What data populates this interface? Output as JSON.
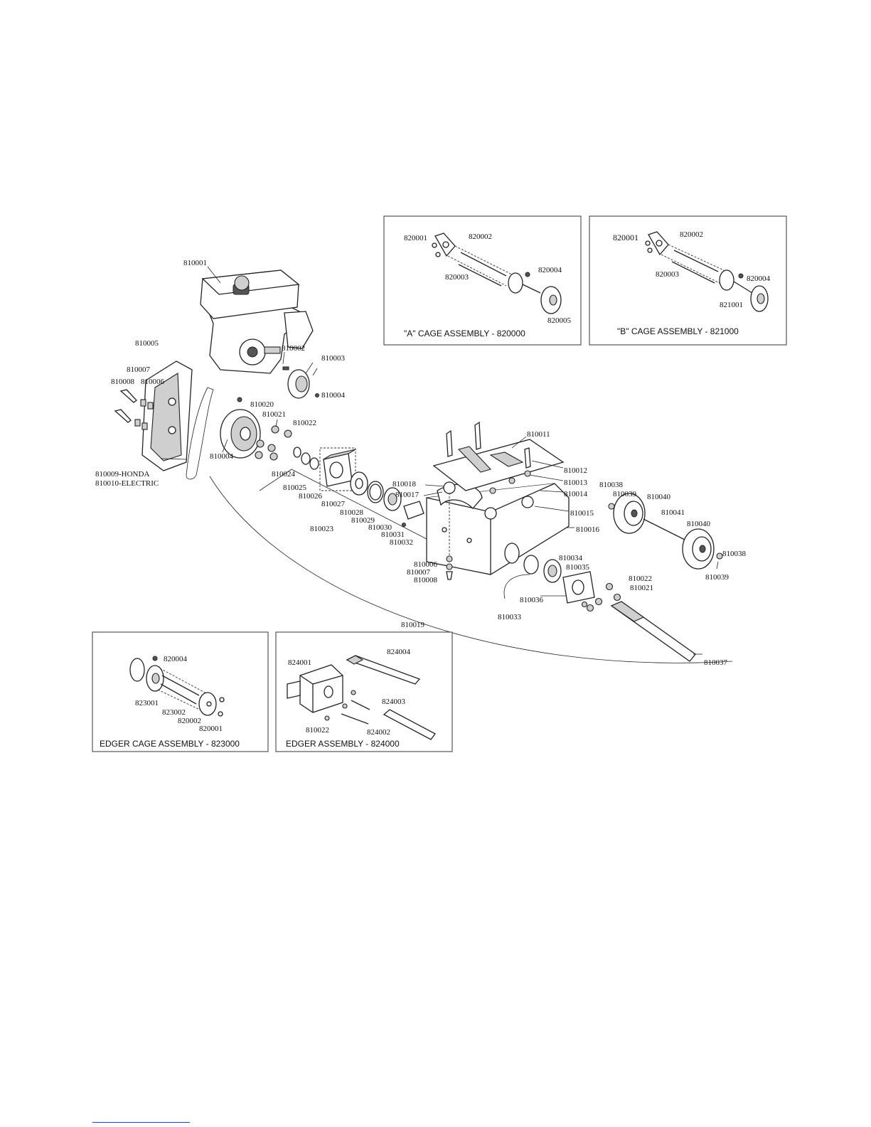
{
  "main": {
    "labels": {
      "p810001": "810001",
      "p810002": "810002",
      "p810003": "810003",
      "p810004a": "810004",
      "p810004b": "810004",
      "p810005": "810005",
      "p810006a": "810006",
      "p810006b": "810006",
      "p810007a": "810007",
      "p810007b": "810007",
      "p810008a": "810008",
      "p810008b": "810008",
      "p810009": "810009-HONDA",
      "p810010": "810010-ELECTRIC",
      "p810011": "810011",
      "p810012": "810012",
      "p810013": "810013",
      "p810014": "810014",
      "p810015": "810015",
      "p810016": "810016",
      "p810017": "810017",
      "p810018": "810018",
      "p810019": "810019",
      "p810020": "810020",
      "p810021a": "810021",
      "p810021b": "810021",
      "p810022a": "810022",
      "p810022b": "810022",
      "p810023": "810023",
      "p810024": "810024",
      "p810025": "810025",
      "p810026": "810026",
      "p810027": "810027",
      "p810028": "810028",
      "p810029": "810029",
      "p810030": "810030",
      "p810031": "810031",
      "p810032": "810032",
      "p810033": "810033",
      "p810034": "810034",
      "p810035": "810035",
      "p810036": "810036",
      "p810037": "810037",
      "p810038a": "810038",
      "p810038b": "810038",
      "p810039a": "810039",
      "p810039b": "810039",
      "p810040a": "810040",
      "p810040b": "810040",
      "p810041": "810041"
    }
  },
  "cage_a": {
    "caption": "\"A\" CAGE ASSEMBLY - 820000",
    "labels": {
      "l820001": "820001",
      "l820002": "820002",
      "l820003": "820003",
      "l820004": "820004",
      "l820005": "820005"
    }
  },
  "cage_b": {
    "caption": "\"B\" CAGE ASSEMBLY - 821000",
    "labels": {
      "l820001": "820001",
      "l820002": "820002",
      "l820003": "820003",
      "l820004": "820004",
      "l821001": "821001"
    }
  },
  "edger_cage": {
    "caption": "EDGER CAGE ASSEMBLY - 823000",
    "labels": {
      "l820004": "820004",
      "l823001": "823001",
      "l823002": "823002",
      "l820002": "820002",
      "l820001": "820001"
    }
  },
  "edger": {
    "caption": "EDGER ASSEMBLY - 824000",
    "labels": {
      "l824001": "824001",
      "l824004": "824004",
      "l824003": "824003",
      "l824002": "824002",
      "l810022": "810022"
    }
  }
}
